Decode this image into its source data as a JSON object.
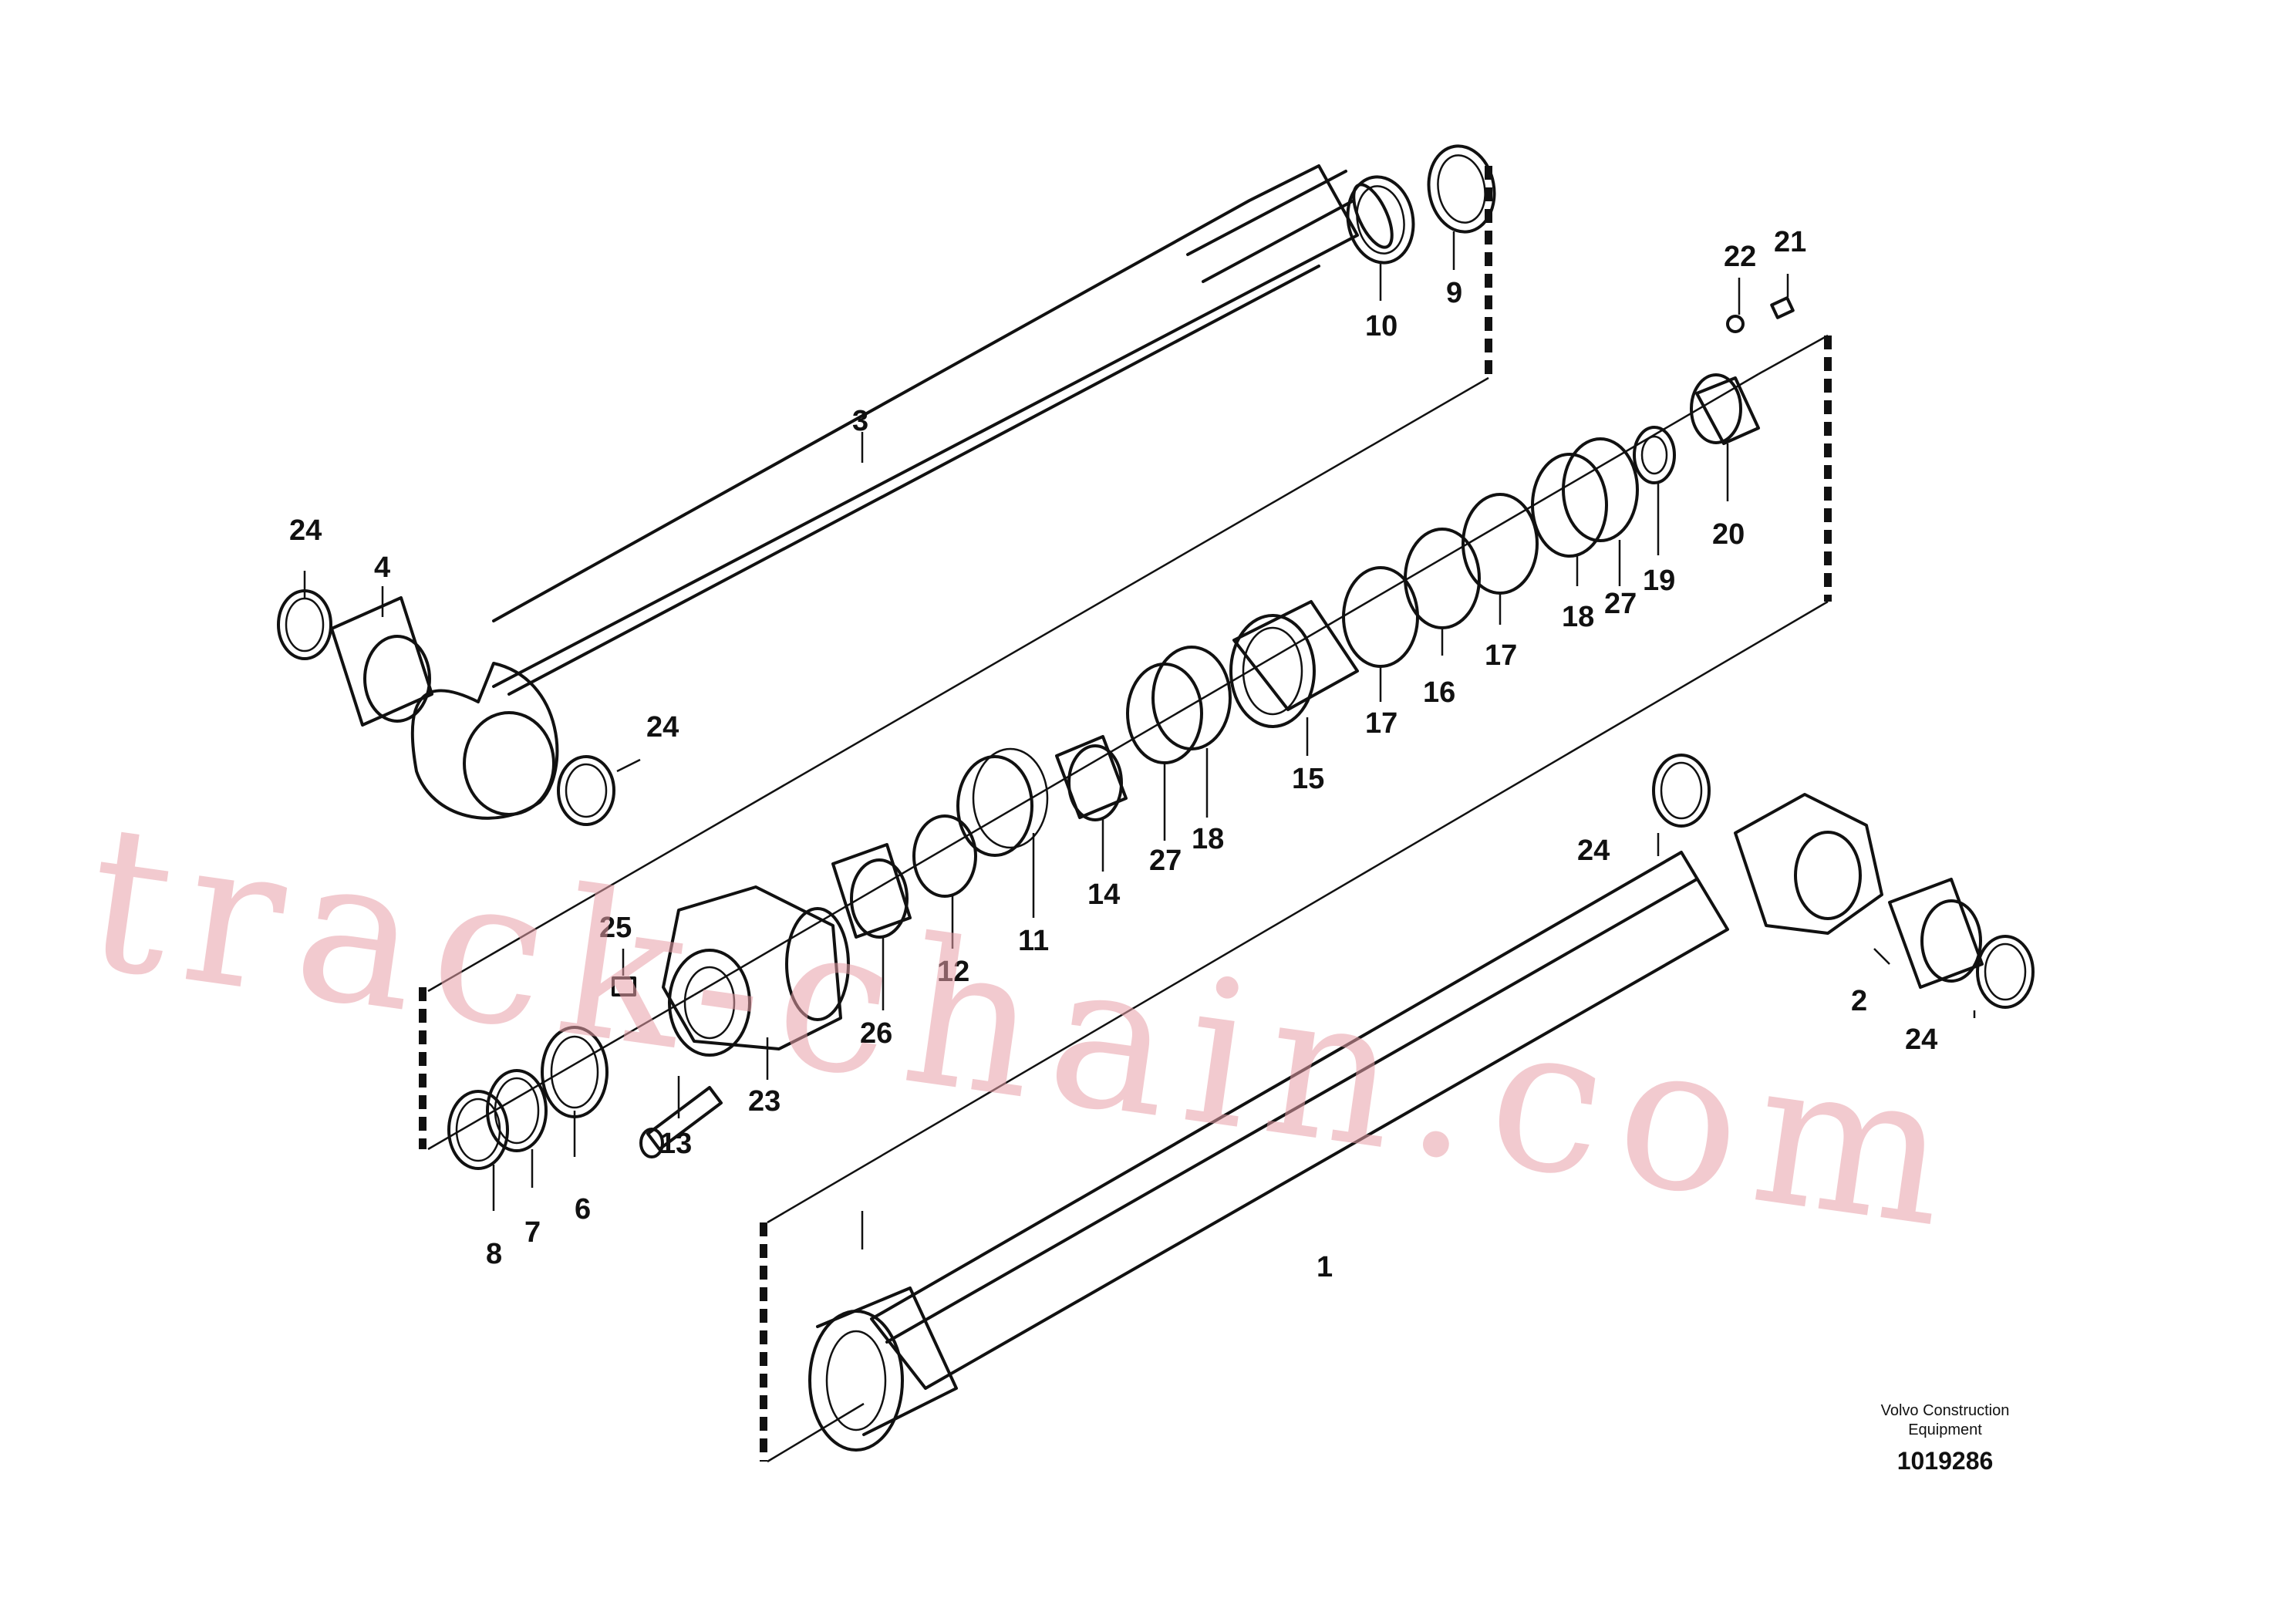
{
  "diagram": {
    "callouts": [
      {
        "id": "1",
        "label": "1"
      },
      {
        "id": "2",
        "label": "2"
      },
      {
        "id": "3",
        "label": "3"
      },
      {
        "id": "4",
        "label": "4"
      },
      {
        "id": "6",
        "label": "6"
      },
      {
        "id": "7",
        "label": "7"
      },
      {
        "id": "8",
        "label": "8"
      },
      {
        "id": "9",
        "label": "9"
      },
      {
        "id": "10",
        "label": "10"
      },
      {
        "id": "11",
        "label": "11"
      },
      {
        "id": "12",
        "label": "12"
      },
      {
        "id": "13",
        "label": "13"
      },
      {
        "id": "14",
        "label": "14"
      },
      {
        "id": "15",
        "label": "15"
      },
      {
        "id": "16",
        "label": "16"
      },
      {
        "id": "17a",
        "label": "17"
      },
      {
        "id": "17b",
        "label": "17"
      },
      {
        "id": "18a",
        "label": "18"
      },
      {
        "id": "18b",
        "label": "18"
      },
      {
        "id": "19",
        "label": "19"
      },
      {
        "id": "20",
        "label": "20"
      },
      {
        "id": "21",
        "label": "21"
      },
      {
        "id": "22",
        "label": "22"
      },
      {
        "id": "23",
        "label": "23"
      },
      {
        "id": "24a",
        "label": "24"
      },
      {
        "id": "24b",
        "label": "24"
      },
      {
        "id": "24c",
        "label": "24"
      },
      {
        "id": "24d",
        "label": "24"
      },
      {
        "id": "25",
        "label": "25"
      },
      {
        "id": "26",
        "label": "26"
      },
      {
        "id": "27a",
        "label": "27"
      },
      {
        "id": "27b",
        "label": "27"
      }
    ],
    "credit_line1": "Volvo Construction",
    "credit_line2": "Equipment",
    "document_number": "1019286",
    "watermark_text": "track-chain.com",
    "colors": {
      "ink": "#111111",
      "watermark": "#e8a0a8",
      "background": "#ffffff"
    }
  }
}
